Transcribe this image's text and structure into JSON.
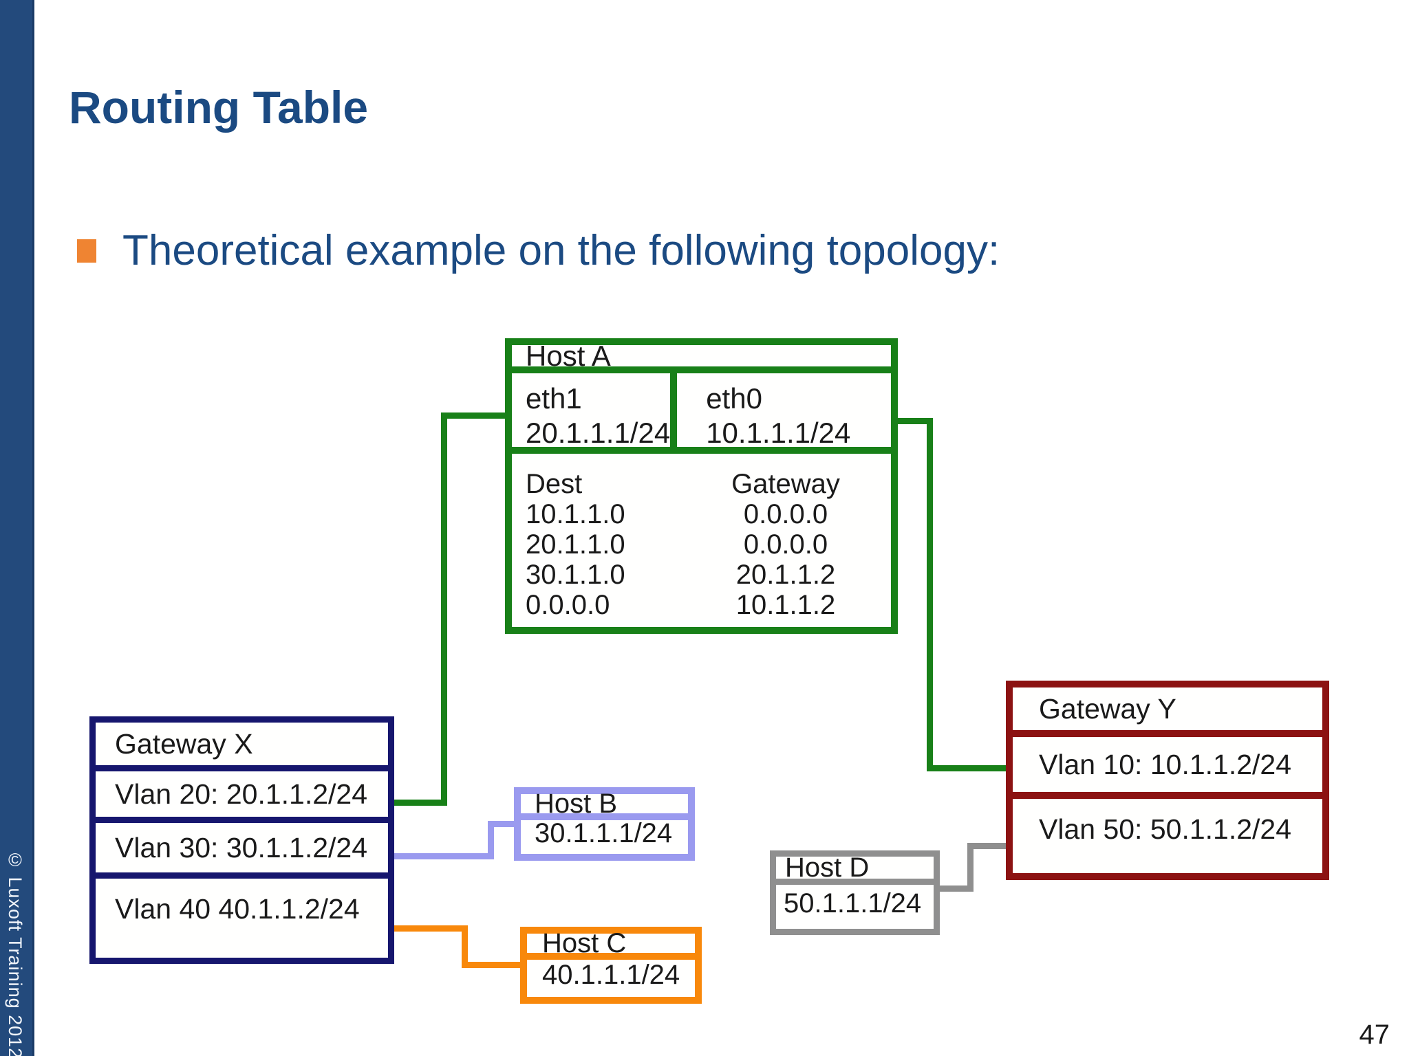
{
  "slide": {
    "title": "Routing Table",
    "bullet_text": "Theoretical example on the following topology:",
    "copyright": "© Luxoft Training 2012",
    "page_number": "47"
  },
  "colors": {
    "green": "#188018",
    "navy": "#16166e",
    "purple": "#9a9aef",
    "orange": "#f8880b",
    "dark_red": "#8c1212",
    "gray": "#8f8f8f",
    "title_blue": "#1b4a82",
    "bullet_orange": "#ef8432",
    "sidebar_blue": "#234a7c",
    "sidebar_edge": "#1a3b66"
  },
  "diagram": {
    "host_a": {
      "title": "Host A",
      "interfaces": [
        {
          "name": "eth1",
          "ip": "20.1.1.1/24"
        },
        {
          "name": "eth0",
          "ip": "10.1.1.1/24"
        }
      ],
      "routing_table": {
        "headers": {
          "dest": "Dest",
          "gateway": "Gateway"
        },
        "rows": [
          {
            "dest": "10.1.1.0",
            "gateway": "0.0.0.0"
          },
          {
            "dest": "20.1.1.0",
            "gateway": "0.0.0.0"
          },
          {
            "dest": "30.1.1.0",
            "gateway": "20.1.1.2"
          },
          {
            "dest": "0.0.0.0",
            "gateway": "10.1.1.2"
          }
        ]
      }
    },
    "gateway_x": {
      "title": "Gateway X",
      "rows": [
        "Vlan 20: 20.1.1.2/24",
        "Vlan 30: 30.1.1.2/24",
        "Vlan 40 40.1.1.2/24"
      ]
    },
    "gateway_y": {
      "title": "Gateway Y",
      "rows": [
        "Vlan 10: 10.1.1.2/24",
        "Vlan 50: 50.1.1.2/24"
      ]
    },
    "host_b": {
      "title": "Host B",
      "ip": "30.1.1.1/24"
    },
    "host_c": {
      "title": "Host C",
      "ip": "40.1.1.1/24"
    },
    "host_d": {
      "title": "Host D",
      "ip": "50.1.1.1/24"
    }
  }
}
